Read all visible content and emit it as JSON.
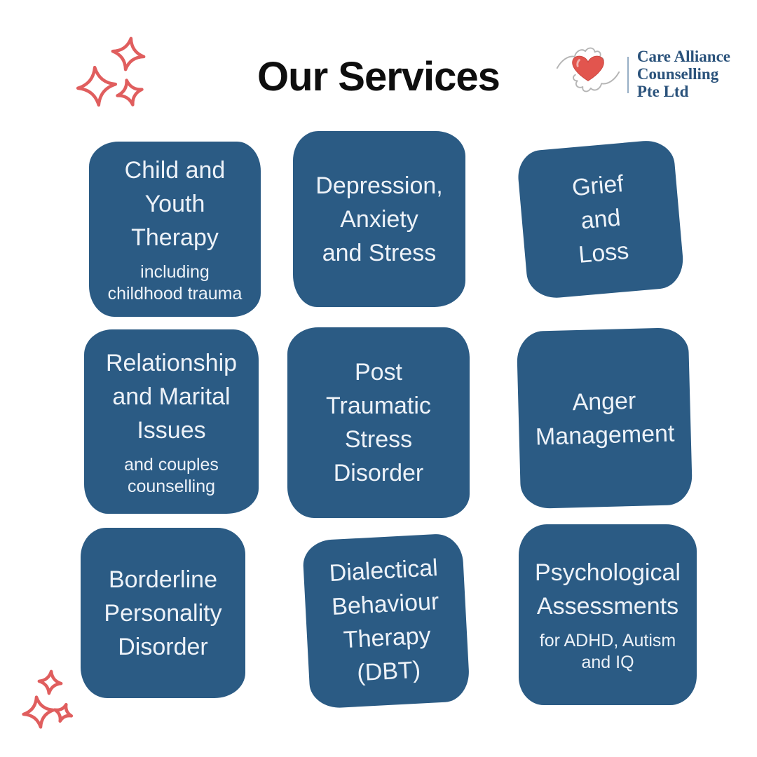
{
  "page": {
    "title": "Our Services",
    "background_color": "#ffffff"
  },
  "logo": {
    "company": "Care Alliance\nCounselling\nPte Ltd",
    "icon": "hands-cradling-heart-icon",
    "text_color": "#2a527b",
    "heart_color": "#e2554e"
  },
  "decor": {
    "sparkle_color": "#e05e5e"
  },
  "colors": {
    "tile_background": "#2b5b84",
    "tile_text": "#edf2f8",
    "title_text": "#0e0e0e"
  },
  "tiles": [
    {
      "title": "Child and\nYouth\nTherapy",
      "subtitle": "including\nchildhood trauma"
    },
    {
      "title": "Depression,\nAnxiety\nand Stress"
    },
    {
      "title": "Grief\nand\nLoss"
    },
    {
      "title": "Relationship\nand Marital\nIssues",
      "subtitle": "and couples\ncounselling"
    },
    {
      "title": "Post\nTraumatic\nStress\nDisorder"
    },
    {
      "title": "Anger\nManagement"
    },
    {
      "title": "Borderline\nPersonality\nDisorder"
    },
    {
      "title": "Dialectical\nBehaviour\nTherapy\n(DBT)"
    },
    {
      "title": "Psychological\nAssessments",
      "subtitle": "for ADHD, Autism\nand IQ"
    }
  ]
}
